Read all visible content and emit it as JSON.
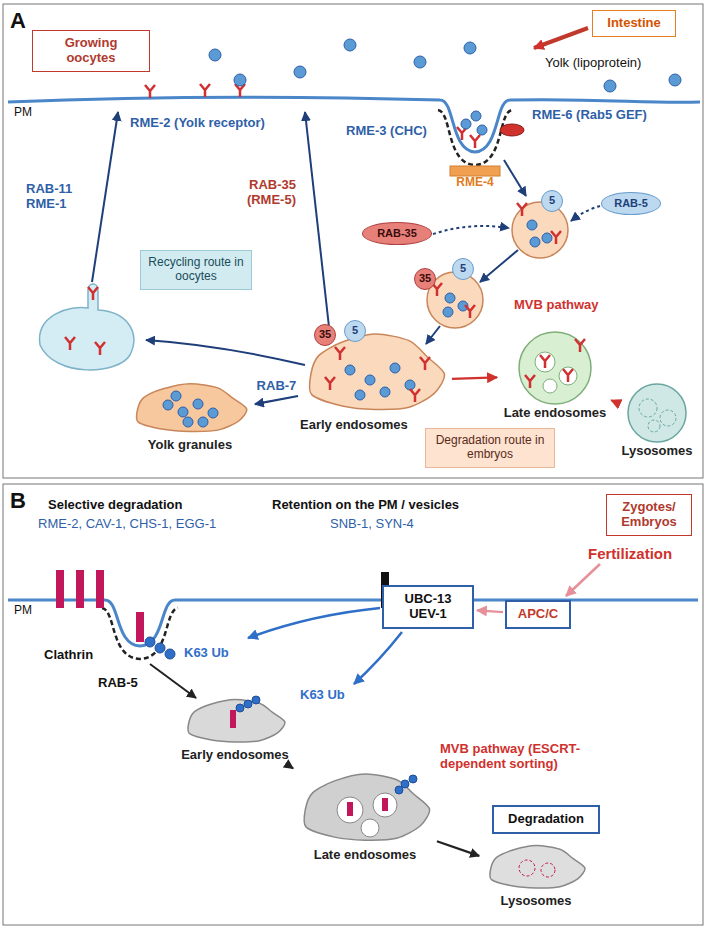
{
  "diagram": {
    "nodes": [
      {
        "text": [
          "Growing oocytes"
        ]
      },
      {
        "text": [
          "Intestine"
        ]
      },
      {
        "text": [
          "RAB-5"
        ]
      },
      {
        "text": [
          "RAB-35"
        ]
      },
      {
        "text": [
          "RME-4"
        ]
      },
      {
        "text": [
          "5"
        ]
      },
      {
        "text": [
          "35"
        ]
      },
      {
        "text": [
          "5"
        ]
      },
      {
        "text": [
          "35"
        ],
        "in": 11
      },
      {
        "text": [
          "5"
        ],
        "in": 11
      },
      {
        "text": [
          "Recycling route in oocytes"
        ]
      },
      {
        "text": [
          "Early endosomes"
        ]
      },
      {
        "text": [
          "Degradation route in embryos"
        ]
      },
      {
        "text": [
          "Yolk granules"
        ]
      },
      {
        "text": [
          "Late endosomes"
        ]
      },
      {
        "text": [
          "Lysosomes"
        ]
      },
      {
        "text": [
          "Zygotes/ Embryos"
        ]
      },
      {
        "text": [
          "UBC-13 UEV-1"
        ]
      },
      {
        "text": [
          "APC/C"
        ]
      },
      {
        "text": [
          "Early endosomes"
        ]
      },
      {
        "text": [
          "Late endosomes"
        ]
      },
      {
        "text": [
          "Degradation"
        ]
      },
      {
        "text": [
          "Lysosomes"
        ]
      }
    ],
    "edges": [
      {
        "from": 11,
        "to": 13,
        "arrow": "to",
        "label": "RAB-7"
      },
      {
        "from": 11,
        "to": 14,
        "arrow": "to"
      },
      {
        "from": 14,
        "to": 15,
        "arrow": "to"
      },
      {
        "from": 18,
        "to": 17,
        "arrow": "to"
      },
      {
        "from": 19,
        "to": 20,
        "arrow": "to"
      },
      {
        "from": 20,
        "to": 22,
        "arrow": "to"
      }
    ],
    "labels": [
      "A",
      "PM",
      "Yolk (lipoprotein)",
      "RME-2 (Yolk receptor)",
      "RME-3 (CHC)",
      "RME-6 (Rab5 GEF)",
      "RAB-11 RME-1",
      "RAB-35 (RME-5)",
      "MVB pathway",
      "B",
      "Selective degradation",
      "RME-2, CAV-1, CHS-1, EGG-1",
      "Retention on the PM / vesicles",
      "SNB-1, SYN-4",
      "Fertilization",
      "PM",
      "Clathrin",
      "K63 Ub",
      "K63 Ub",
      "RAB-5",
      "MVB pathway (ESCRT-dependent sorting)"
    ]
  }
}
